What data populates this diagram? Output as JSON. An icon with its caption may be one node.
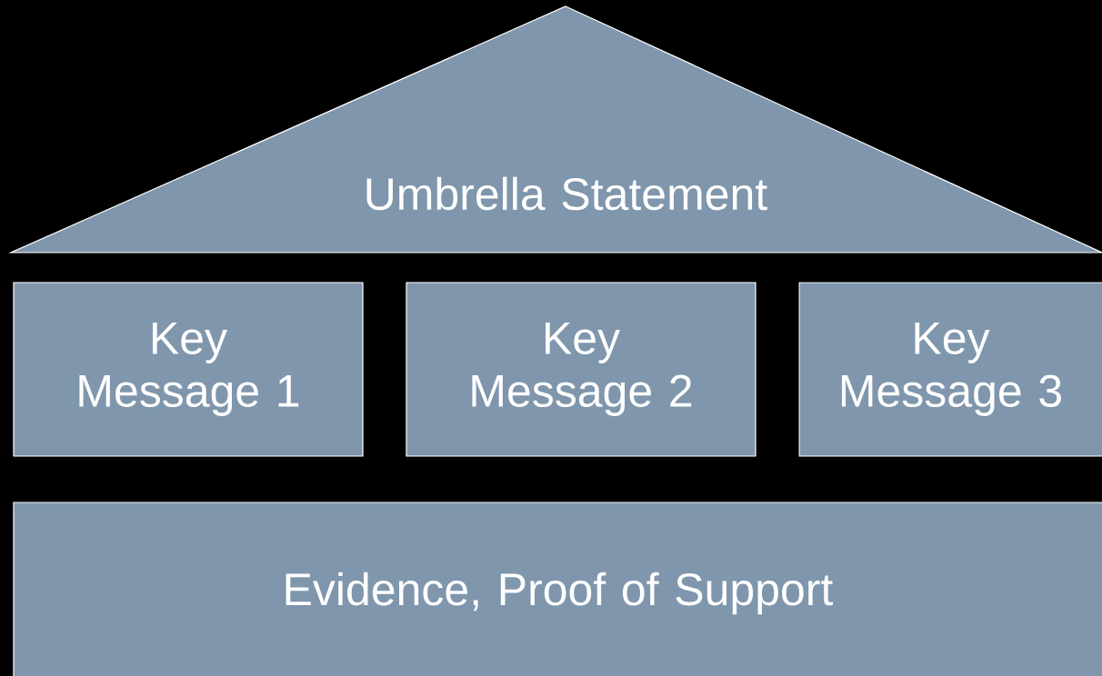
{
  "diagram": {
    "nodes": [
      {
        "text": [
          "Umbrella Statement"
        ]
      },
      {
        "text": [
          "Key Message 1"
        ]
      },
      {
        "text": [
          "Key Message 2"
        ]
      },
      {
        "text": [
          "Key Message 3"
        ]
      },
      {
        "text": [
          "Evidence, Proof of Support"
        ]
      }
    ]
  }
}
